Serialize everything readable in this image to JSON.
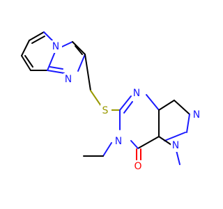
{
  "atoms": {
    "n_imidazo_bridge": "N",
    "n_imidazo_ring": "N",
    "s_thioether": "S",
    "n_pyrimidine_top": "N",
    "n_pyrimidine_ethyl": "N",
    "n_pyrazole_right": "N",
    "n_pyrazole_methyl": "N",
    "o_carbonyl": "O"
  },
  "colors": {
    "carbon_bond": "#000000",
    "nitrogen": "#1a1aff",
    "sulfur": "#999900",
    "oxygen": "#ff0000",
    "background": "#ffffff"
  }
}
